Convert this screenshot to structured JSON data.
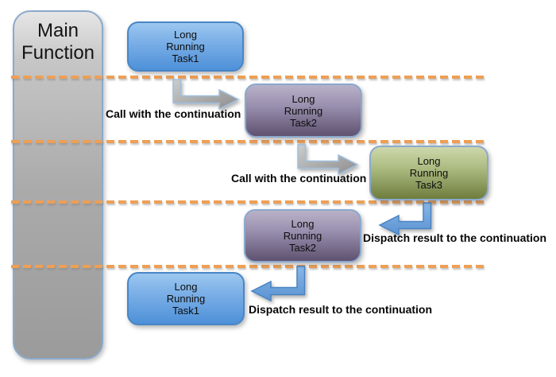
{
  "diagram": {
    "main_function": {
      "lines": [
        "Main",
        "Function"
      ]
    },
    "tasks": [
      {
        "id": "task1-call",
        "color": "blue",
        "lines": [
          "Long",
          "Running",
          "Task1"
        ]
      },
      {
        "id": "task2-call",
        "color": "purple",
        "lines": [
          "Long",
          "Running",
          "Task2"
        ]
      },
      {
        "id": "task3",
        "color": "green",
        "lines": [
          "Long",
          "Running",
          "Task3"
        ]
      },
      {
        "id": "task2-return",
        "color": "purple",
        "lines": [
          "Long",
          "Running",
          "Task2"
        ]
      },
      {
        "id": "task1-return",
        "color": "blue",
        "lines": [
          "Long",
          "Running",
          "Task1"
        ]
      }
    ],
    "arrow_labels": {
      "call1": "Call with the continuation",
      "call2": "Call with the continuation",
      "dispatch1": "Dispatch result to the continuation",
      "dispatch2": "Dispatch result to the continuation"
    },
    "colors": {
      "dash_orange": "#EE9F55",
      "blue_box_top": "#9CC7F0",
      "blue_box_bottom": "#4E90D8",
      "purple_box_top": "#B9B1C8",
      "purple_box_bottom": "#5F5270",
      "green_box_top": "#CDD8AC",
      "green_box_bottom": "#6E7D3D",
      "main_box_top": "#E6E6E6",
      "main_box_bottom": "#9B9B9B",
      "arrow_gray": "#ABABAB",
      "arrow_blue": "#6FA4DC",
      "box_outline": "#8BA9CD"
    }
  }
}
